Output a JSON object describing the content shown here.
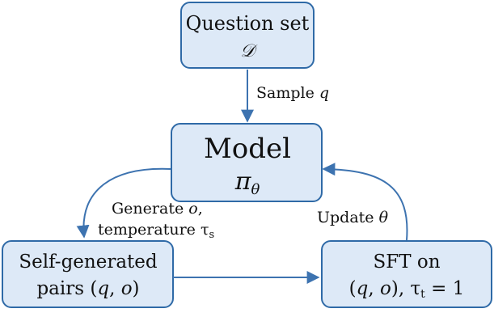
{
  "nodes": {
    "question_set": {
      "line1": "Question set",
      "line2": "𝒟"
    },
    "model": {
      "line1": "Model",
      "symbol": "π",
      "subscript": "θ"
    },
    "self_generated": {
      "line1": "Self-generated",
      "line2_prefix": "pairs (",
      "q": "q",
      "sep": ", ",
      "o": "o",
      "line2_suffix": ")"
    },
    "sft": {
      "line1": "SFT on",
      "prefix": "(",
      "q": "q",
      "sep": ", ",
      "o": "o",
      "mid": "), τ",
      "sub": "t",
      "eq": " = 1"
    }
  },
  "edges": {
    "sample": {
      "text": "Sample ",
      "var": "q"
    },
    "generate": {
      "line1_text": "Generate ",
      "line1_var": "o",
      "line1_punct": ",",
      "line2_text": "temperature τ",
      "line2_sub": "s"
    },
    "update": {
      "text": "Update ",
      "var": "θ"
    }
  },
  "colors": {
    "box_fill": "#dde9f7",
    "box_stroke": "#2f6aa7",
    "arrow": "#3d73b0"
  }
}
